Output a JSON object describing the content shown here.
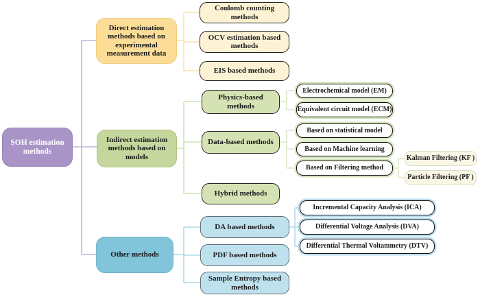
{
  "palette": {
    "root_fill": "#a994c7",
    "direct_fill": "#fbdd98",
    "direct_child_fill": "#fdf3d4",
    "indirect_fill": "#c5d79d",
    "indirect_child_fill": "#d5e2b3",
    "other_fill": "#82c4d9",
    "other_child_fill": "#bfe1ee",
    "leaf_green_ring": "#d6e5bc",
    "leaf_blue_ring": "#b9dded",
    "filter_leaf_fill": "#faf6e6",
    "wire_purple": "#b4a2ce",
    "wire_yellow": "#fadc96",
    "wire_green": "#c9dda6",
    "wire_greenlite": "#d6e5ba",
    "wire_blue": "#9ed2e6"
  },
  "tree": {
    "root": {
      "label": "SOH estimation methods"
    },
    "branches": [
      {
        "label": "Direct estimation methods based on experimental measurement data",
        "children": [
          {
            "label": "Coulomb counting methods"
          },
          {
            "label": "OCV estimation based methods"
          },
          {
            "label": "EIS based methods"
          }
        ]
      },
      {
        "label": "Indirect estimation methods based on models",
        "children": [
          {
            "label": "Physics-based methods",
            "children": [
              {
                "label": "Electrochemical model (EM)"
              },
              {
                "label": "Equivalent circuit model (ECM)"
              }
            ]
          },
          {
            "label": "Data-based methods",
            "children": [
              {
                "label": "Based on statistical model"
              },
              {
                "label": "Based on Machine learning"
              },
              {
                "label": "Based on Filtering method",
                "children": [
                  {
                    "label": "Kalman Filtering (KF )"
                  },
                  {
                    "label": "Particle Filtering (PF )"
                  }
                ]
              }
            ]
          },
          {
            "label": "Hybrid methods"
          }
        ]
      },
      {
        "label": "Other methods",
        "children": [
          {
            "label": "DA based methods",
            "children": [
              {
                "label": "Incremental Capacity Analysis (ICA)"
              },
              {
                "label": "Differential Voltage Analysis (DVA)"
              },
              {
                "label": "Differential Thermal Voltammetry (DTV)"
              }
            ]
          },
          {
            "label": "PDF based methods"
          },
          {
            "label": "Sample Entropy based methods"
          }
        ]
      }
    ]
  }
}
